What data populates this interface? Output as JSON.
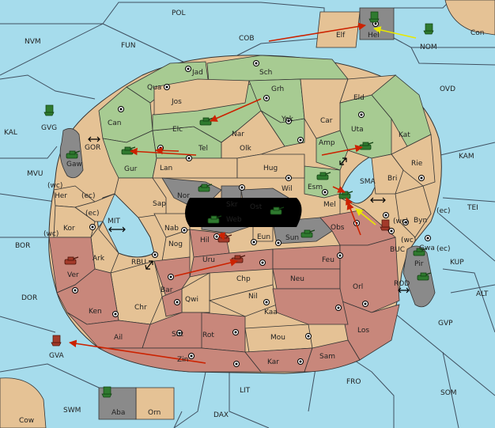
{
  "colors": {
    "sea": "#a6dcec",
    "neutral": "#e5c295",
    "green": "#a7cb92",
    "red": "#c8877b",
    "grey": "#8a8a8a",
    "black": "#000000",
    "order": "#cc2200",
    "support": "#e8e800"
  },
  "sea_labels": {
    "pol": "POL",
    "nvm": "NVM",
    "fun": "FUN",
    "cob": "COB",
    "con": "Con",
    "nom": "NOM",
    "ovd": "OVD",
    "kal": "KAL",
    "gvg": "GVG",
    "kam": "KAM",
    "mvu": "MVU",
    "tei": "TEI",
    "bor": "BOR",
    "mit": "MIT",
    "rbu": "RBU",
    "kup": "KUP",
    "buc": "BUC",
    "dor": "DOR",
    "alt": "ALT",
    "rod": "ROD",
    "gvp": "GVP",
    "gva": "GVA",
    "fro": "FRO",
    "som": "SOM",
    "lit": "LIT",
    "swm": "SWM",
    "dax": "DAX",
    "cow": "Cow",
    "sma": "SMA",
    "gor": "GOR"
  },
  "province_labels": {
    "elf": "Elf",
    "hel": "Hel",
    "jad": "Jad",
    "sch": "Sch",
    "qua": "Qua",
    "jos": "Jos",
    "grh": "Grh",
    "eld": "Eld",
    "can": "Can",
    "elc": "Elc",
    "nar": "Nar",
    "yok": "Yok",
    "car": "Car",
    "uta": "Uta",
    "kat": "Kat",
    "gur": "Gur",
    "tel": "Tel",
    "olk": "Olk",
    "amp": "Amp",
    "rie": "Rie",
    "gaw": "Gaw",
    "lan": "Lan",
    "hug": "Hug",
    "bri": "Bri",
    "her": "Her",
    "wc1": "(wc)",
    "ec1": "(ec)",
    "nor": "Nor",
    "wil": "Wil",
    "esm": "Esm",
    "skr": "Skr",
    "ost": "Ost",
    "web": "Web",
    "sap": "Sap",
    "mel": "Mel",
    "kor": "Kor",
    "wc2": "(wc)",
    "ec2": "(ec)",
    "nab": "Nab",
    "eun": "Eun",
    "sun": "Sun",
    "obs": "Obs",
    "wc3": "(wc)",
    "byn": "Byn",
    "ec3": "(ec)",
    "hil": "Hil",
    "nog": "Nog",
    "wc4": "(wc)",
    "gwa": "Gwa",
    "ec4": "(ec)",
    "ark": "Ark",
    "uru": "Uru",
    "feu": "Feu",
    "pir": "Pir",
    "ver": "Ver",
    "chp": "Chp",
    "neu": "Neu",
    "bar": "Bar",
    "qwi": "Qwi",
    "nil": "Nil",
    "orl": "Orl",
    "ken": "Ken",
    "chr": "Chr",
    "kaa": "Kaa",
    "los": "Los",
    "ail": "Ail",
    "sot": "Sot",
    "rot": "Rot",
    "mou": "Mou",
    "zin": "Zin",
    "kar": "Kar",
    "sam": "Sam",
    "aba": "Aba",
    "orn": "Orn"
  }
}
